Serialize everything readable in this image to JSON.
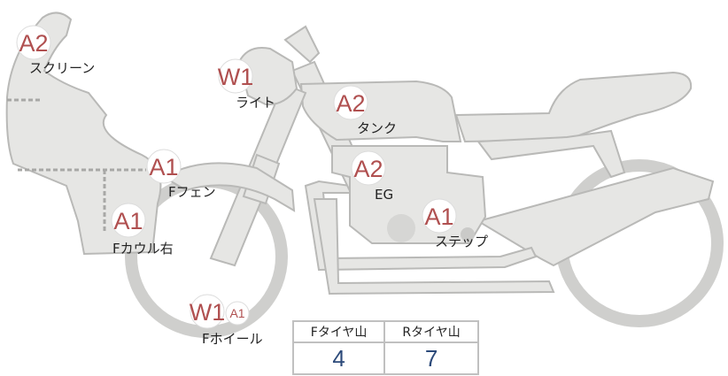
{
  "parts": [
    {
      "id": "screen",
      "grade": "A2",
      "label": "スクリーン"
    },
    {
      "id": "light",
      "grade": "W1",
      "label": "ライト"
    },
    {
      "id": "tank",
      "grade": "A2",
      "label": "タンク"
    },
    {
      "id": "f-fender",
      "grade": "A1",
      "label": "Fフェン"
    },
    {
      "id": "engine",
      "grade": "A2",
      "label": "EG"
    },
    {
      "id": "f-cowl-right",
      "grade": "A1",
      "label": "Fカウル右"
    },
    {
      "id": "step",
      "grade": "A1",
      "label": "ステップ"
    },
    {
      "id": "f-wheel",
      "grade": "W1",
      "grade_secondary": "A1",
      "label": "Fホイール"
    }
  ],
  "tire_table": {
    "headers": [
      "Fタイヤ山",
      "Rタイヤ山"
    ],
    "values": [
      "4",
      "7"
    ]
  },
  "colors": {
    "body_fill": "#e6e6e4",
    "body_stroke": "#b9b9b7",
    "grade_text": "#b05050",
    "value_text": "#2c4a7a"
  }
}
